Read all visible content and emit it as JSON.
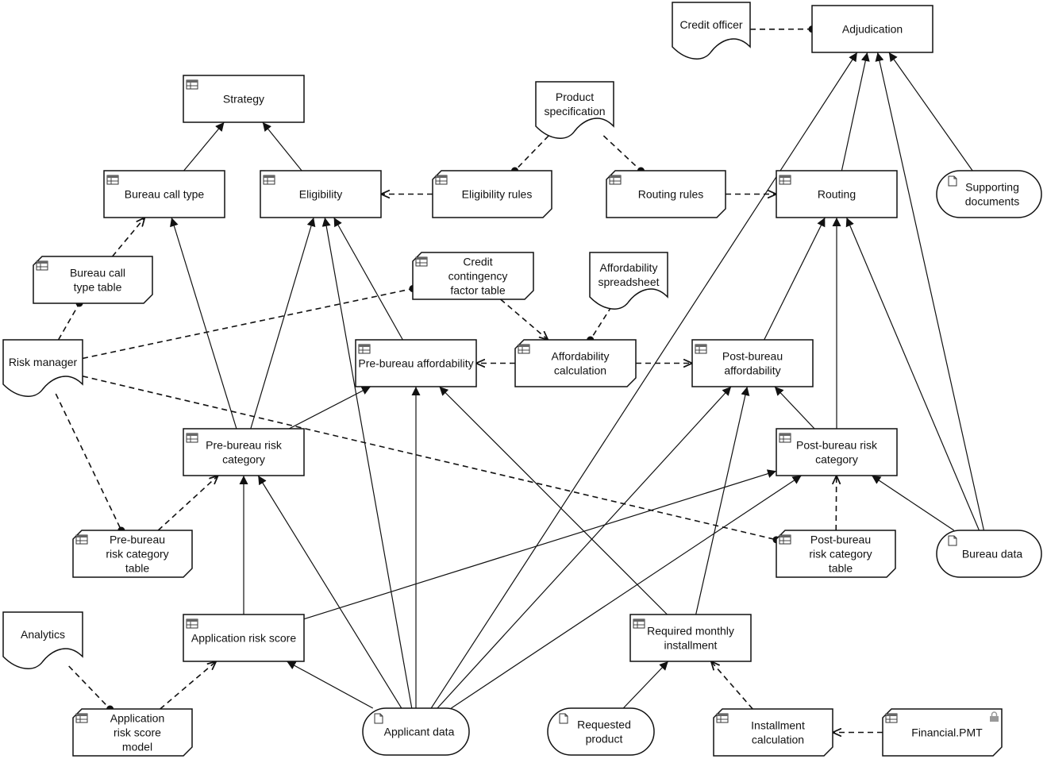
{
  "nodes": [
    {
      "id": "strategy",
      "type": "decision",
      "table": true,
      "lines": [
        "Strategy"
      ]
    },
    {
      "id": "bureau-call-type",
      "type": "decision",
      "table": true,
      "lines": [
        "Bureau call type"
      ]
    },
    {
      "id": "eligibility",
      "type": "decision",
      "table": true,
      "lines": [
        "Eligibility"
      ]
    },
    {
      "id": "eligibility-rules",
      "type": "bkm",
      "table": true,
      "lines": [
        "Eligibility rules"
      ]
    },
    {
      "id": "routing-rules",
      "type": "bkm",
      "table": true,
      "lines": [
        "Routing rules"
      ]
    },
    {
      "id": "routing",
      "type": "decision",
      "table": true,
      "lines": [
        "Routing"
      ]
    },
    {
      "id": "adjudication",
      "type": "decision",
      "table": false,
      "lines": [
        "Adjudication"
      ]
    },
    {
      "id": "credit-officer",
      "type": "knowledge",
      "lines": [
        "Credit officer"
      ]
    },
    {
      "id": "product-specification",
      "type": "knowledge",
      "lines": [
        "Product",
        "specification"
      ]
    },
    {
      "id": "supporting-documents",
      "type": "input",
      "lines": [
        "Supporting",
        "documents"
      ]
    },
    {
      "id": "bureau-call-type-table",
      "type": "bkm",
      "table": true,
      "lines": [
        "Bureau call",
        "type table"
      ]
    },
    {
      "id": "credit-contingency-factor-table",
      "type": "bkm",
      "table": true,
      "lines": [
        "Credit",
        "contingency",
        "factor table"
      ]
    },
    {
      "id": "affordability-spreadsheet",
      "type": "knowledge",
      "lines": [
        "Affordability",
        "spreadsheet"
      ]
    },
    {
      "id": "risk-manager",
      "type": "knowledge",
      "lines": [
        "Risk manager"
      ]
    },
    {
      "id": "pre-bureau-affordability",
      "type": "decision",
      "table": true,
      "lines": [
        "Pre-bureau affordability"
      ]
    },
    {
      "id": "affordability-calculation",
      "type": "bkm",
      "table": true,
      "lines": [
        "Affordability",
        "calculation"
      ]
    },
    {
      "id": "post-bureau-affordability",
      "type": "decision",
      "table": true,
      "lines": [
        "Post-bureau",
        "affordability"
      ]
    },
    {
      "id": "pre-bureau-risk-category",
      "type": "decision",
      "table": true,
      "lines": [
        "Pre-bureau risk",
        "category"
      ]
    },
    {
      "id": "post-bureau-risk-category",
      "type": "decision",
      "table": true,
      "lines": [
        "Post-bureau risk",
        "category"
      ]
    },
    {
      "id": "pre-bureau-risk-category-table",
      "type": "bkm",
      "table": true,
      "lines": [
        "Pre-bureau",
        "risk category",
        "table"
      ]
    },
    {
      "id": "post-bureau-risk-category-table",
      "type": "bkm",
      "table": true,
      "lines": [
        "Post-bureau",
        "risk category",
        "table"
      ]
    },
    {
      "id": "bureau-data",
      "type": "input",
      "lines": [
        "Bureau data"
      ]
    },
    {
      "id": "analytics",
      "type": "knowledge",
      "lines": [
        "Analytics"
      ]
    },
    {
      "id": "application-risk-score",
      "type": "decision",
      "table": true,
      "lines": [
        "Application risk score"
      ]
    },
    {
      "id": "required-monthly-installment",
      "type": "decision",
      "table": true,
      "lines": [
        "Required monthly",
        "installment"
      ]
    },
    {
      "id": "application-risk-score-model",
      "type": "bkm",
      "table": true,
      "lines": [
        "Application",
        "risk score",
        "model"
      ]
    },
    {
      "id": "applicant-data",
      "type": "input",
      "lines": [
        "Applicant data"
      ]
    },
    {
      "id": "requested-product",
      "type": "input",
      "lines": [
        "Requested",
        "product"
      ]
    },
    {
      "id": "installment-calculation",
      "type": "bkm",
      "table": true,
      "lines": [
        "Installment",
        "calculation"
      ]
    },
    {
      "id": "financial-pmt",
      "type": "bkm",
      "table": true,
      "locked": true,
      "lines": [
        "Financial.PMT"
      ]
    }
  ],
  "edges": [
    {
      "from": "bureau-call-type",
      "to": "strategy",
      "kind": "information"
    },
    {
      "from": "eligibility",
      "to": "strategy",
      "kind": "information"
    },
    {
      "from": "eligibility-rules",
      "to": "eligibility",
      "kind": "knowledge"
    },
    {
      "from": "routing-rules",
      "to": "routing",
      "kind": "knowledge"
    },
    {
      "from": "routing",
      "to": "adjudication",
      "kind": "information"
    },
    {
      "from": "bureau-data",
      "to": "adjudication",
      "kind": "information"
    },
    {
      "from": "supporting-documents",
      "to": "adjudication",
      "kind": "information"
    },
    {
      "from": "applicant-data",
      "to": "adjudication",
      "kind": "information"
    },
    {
      "from": "credit-officer",
      "to": "adjudication",
      "kind": "authority"
    },
    {
      "from": "product-specification",
      "to": "eligibility-rules",
      "kind": "authority"
    },
    {
      "from": "product-specification",
      "to": "routing-rules",
      "kind": "authority"
    },
    {
      "from": "bureau-call-type-table",
      "to": "bureau-call-type",
      "kind": "knowledge"
    },
    {
      "from": "risk-manager",
      "to": "bureau-call-type-table",
      "kind": "authority"
    },
    {
      "from": "risk-manager",
      "to": "credit-contingency-factor-table",
      "kind": "authority"
    },
    {
      "from": "risk-manager",
      "to": "pre-bureau-risk-category-table",
      "kind": "authority"
    },
    {
      "from": "risk-manager",
      "to": "post-bureau-risk-category-table",
      "kind": "authority"
    },
    {
      "from": "credit-contingency-factor-table",
      "to": "affordability-calculation",
      "kind": "knowledge"
    },
    {
      "from": "affordability-spreadsheet",
      "to": "affordability-calculation",
      "kind": "authority"
    },
    {
      "from": "affordability-calculation",
      "to": "pre-bureau-affordability",
      "kind": "knowledge"
    },
    {
      "from": "affordability-calculation",
      "to": "post-bureau-affordability",
      "kind": "knowledge"
    },
    {
      "from": "pre-bureau-risk-category",
      "to": "bureau-call-type",
      "kind": "information"
    },
    {
      "from": "pre-bureau-risk-category",
      "to": "eligibility",
      "kind": "information"
    },
    {
      "from": "pre-bureau-risk-category",
      "to": "pre-bureau-affordability",
      "kind": "information"
    },
    {
      "from": "pre-bureau-affordability",
      "to": "eligibility",
      "kind": "information"
    },
    {
      "from": "applicant-data",
      "to": "eligibility",
      "kind": "information"
    },
    {
      "from": "applicant-data",
      "to": "pre-bureau-affordability",
      "kind": "information"
    },
    {
      "from": "applicant-data",
      "to": "pre-bureau-risk-category",
      "kind": "information"
    },
    {
      "from": "applicant-data",
      "to": "application-risk-score",
      "kind": "information"
    },
    {
      "from": "applicant-data",
      "to": "post-bureau-affordability",
      "kind": "information"
    },
    {
      "from": "applicant-data",
      "to": "post-bureau-risk-category",
      "kind": "information"
    },
    {
      "from": "required-monthly-installment",
      "to": "pre-bureau-affordability",
      "kind": "information"
    },
    {
      "from": "required-monthly-installment",
      "to": "post-bureau-affordability",
      "kind": "information"
    },
    {
      "from": "post-bureau-affordability",
      "to": "routing",
      "kind": "information"
    },
    {
      "from": "post-bureau-risk-category",
      "to": "routing",
      "kind": "information"
    },
    {
      "from": "post-bureau-risk-category",
      "to": "post-bureau-affordability",
      "kind": "information"
    },
    {
      "from": "bureau-data",
      "to": "routing",
      "kind": "information"
    },
    {
      "from": "bureau-data",
      "to": "post-bureau-risk-category",
      "kind": "information"
    },
    {
      "from": "post-bureau-risk-category-table",
      "to": "post-bureau-risk-category",
      "kind": "knowledge"
    },
    {
      "from": "pre-bureau-risk-category-table",
      "to": "pre-bureau-risk-category",
      "kind": "knowledge"
    },
    {
      "from": "application-risk-score",
      "to": "pre-bureau-risk-category",
      "kind": "information"
    },
    {
      "from": "application-risk-score",
      "to": "post-bureau-risk-category",
      "kind": "information"
    },
    {
      "from": "application-risk-score-model",
      "to": "application-risk-score",
      "kind": "knowledge"
    },
    {
      "from": "analytics",
      "to": "application-risk-score-model",
      "kind": "authority"
    },
    {
      "from": "requested-product",
      "to": "required-monthly-installment",
      "kind": "information"
    },
    {
      "from": "installment-calculation",
      "to": "required-monthly-installment",
      "kind": "knowledge"
    },
    {
      "from": "financial-pmt",
      "to": "installment-calculation",
      "kind": "knowledge"
    }
  ]
}
